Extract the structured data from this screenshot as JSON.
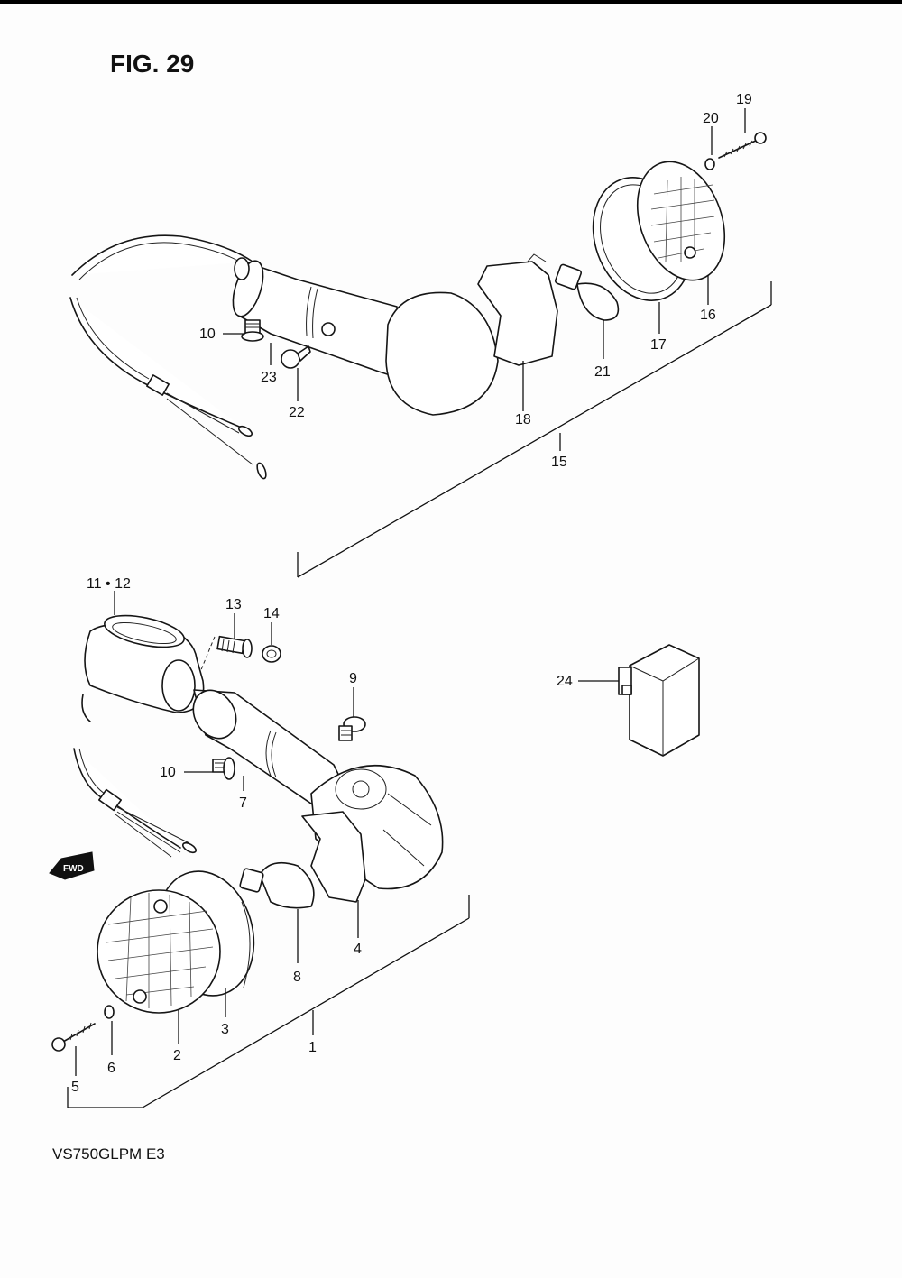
{
  "figure": {
    "title": "FIG. 29",
    "model_code": "VS750GLPM E3",
    "direction_badge": "FWD"
  },
  "callouts": {
    "c1": "1",
    "c2": "2",
    "c3": "3",
    "c4": "4",
    "c5": "5",
    "c6": "6",
    "c7": "7",
    "c8": "8",
    "c9": "9",
    "c10_lower": "10",
    "c10_upper": "10",
    "c11_12": "11 • 12",
    "c13": "13",
    "c14": "14",
    "c15": "15",
    "c16": "16",
    "c17": "17",
    "c18": "18",
    "c19": "19",
    "c20": "20",
    "c21": "21",
    "c22": "22",
    "c23": "23",
    "c24": "24"
  }
}
